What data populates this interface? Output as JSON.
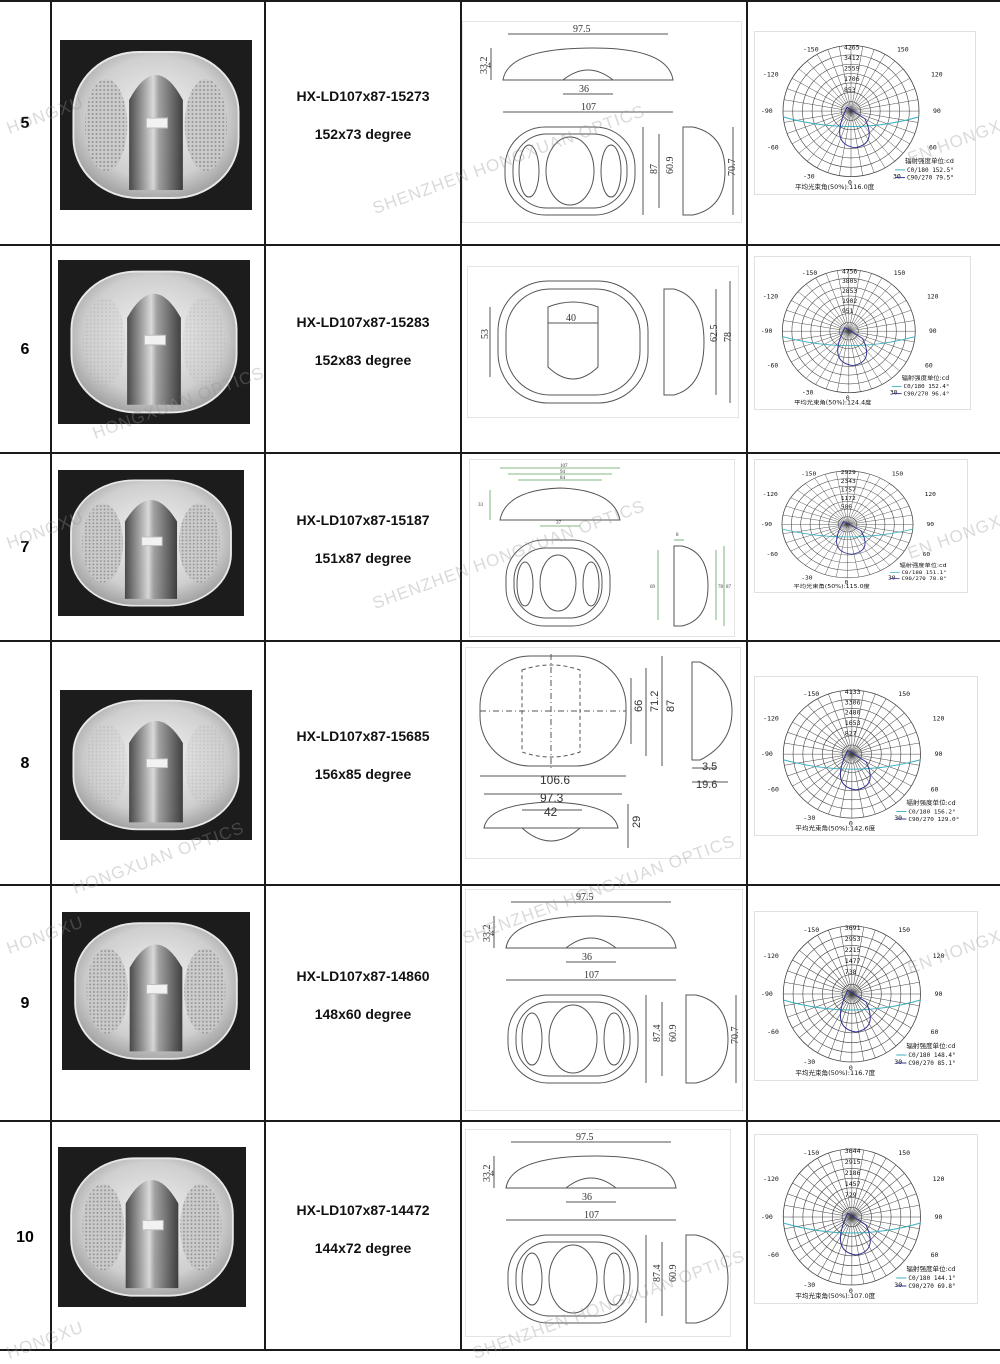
{
  "watermark": {
    "company": "SHENZHEN HONGXUAN OPTICS",
    "brand": "HONGXUAN OPTICS",
    "edge_left": "HONGXU",
    "edge_right": "EN HONGX"
  },
  "polar_common": {
    "angle_labels": [
      "-150",
      "150",
      "-120",
      "120",
      "-90",
      "90",
      "-60",
      "60",
      "-30",
      "30",
      "0"
    ],
    "legend_title": "辐射强度单位:cd",
    "c0_name": "C0/180",
    "c90_name": "C90/270",
    "beam_label": "平均光束角(50%)"
  },
  "rows": [
    {
      "index": "5",
      "model": "HX-LD107x87-15273",
      "angle": "152x73 degree",
      "drawing": {
        "dims": [
          "97.5",
          "33.2",
          "4",
          "36",
          "107",
          "87",
          "60.9",
          "70.7"
        ]
      },
      "polar": {
        "rings": [
          "4265",
          "3412",
          "2559",
          "1706",
          "853"
        ],
        "c0_value": "152.5°",
        "c90_value": "79.5°",
        "beam_value": "116.0度"
      }
    },
    {
      "index": "6",
      "model": "HX-LD107x87-15283",
      "angle": "152x83 degree",
      "drawing": {
        "dims": [
          "40",
          "53",
          "62.5",
          "78"
        ]
      },
      "polar": {
        "rings": [
          "4756",
          "3805",
          "2853",
          "1902",
          "951"
        ],
        "c0_value": "152.4°",
        "c90_value": "96.4°",
        "beam_value": "124.4度"
      }
    },
    {
      "index": "7",
      "model": "HX-LD107x87-15187",
      "angle": "151x87 degree",
      "drawing": {
        "dims": [
          "107",
          "94",
          "84",
          "37",
          "33",
          "8",
          "78",
          "87",
          "69"
        ]
      },
      "polar": {
        "rings": [
          "2929",
          "2343",
          "1757",
          "1172",
          "586"
        ],
        "c0_value": "151.1°",
        "c90_value": "78.8°",
        "beam_value": "115.0度"
      }
    },
    {
      "index": "8",
      "model": "HX-LD107x87-15685",
      "angle": "156x85 degree",
      "drawing": {
        "dims": [
          "66",
          "71.2",
          "87",
          "106.6",
          "3.5",
          "19.6",
          "97.3",
          "42",
          "29"
        ]
      },
      "polar": {
        "rings": [
          "4133",
          "3306",
          "2480",
          "1653",
          "827"
        ],
        "c0_value": "156.2°",
        "c90_value": "129.0°",
        "beam_value": "142.6度"
      }
    },
    {
      "index": "9",
      "model": "HX-LD107x87-14860",
      "angle": "148x60 degree",
      "drawing": {
        "dims": [
          "97.5",
          "33.2",
          "4",
          "36",
          "107",
          "87.4",
          "60.9",
          "70.7"
        ]
      },
      "polar": {
        "rings": [
          "3691",
          "2953",
          "2215",
          "1477",
          "738"
        ],
        "c0_value": "148.4°",
        "c90_value": "85.1°",
        "beam_value": "116.7度"
      }
    },
    {
      "index": "10",
      "model": "HX-LD107x87-14472",
      "angle": "144x72 degree",
      "drawing": {
        "dims": [
          "97.5",
          "33.2",
          "4",
          "36",
          "107",
          "87.4",
          "60.9",
          "70.7"
        ]
      },
      "polar": {
        "rings": [
          "3644",
          "2915",
          "2186",
          "1457",
          "729"
        ],
        "c0_value": "144.1°",
        "c90_value": "69.8°",
        "beam_value": "107.0度"
      }
    }
  ]
}
